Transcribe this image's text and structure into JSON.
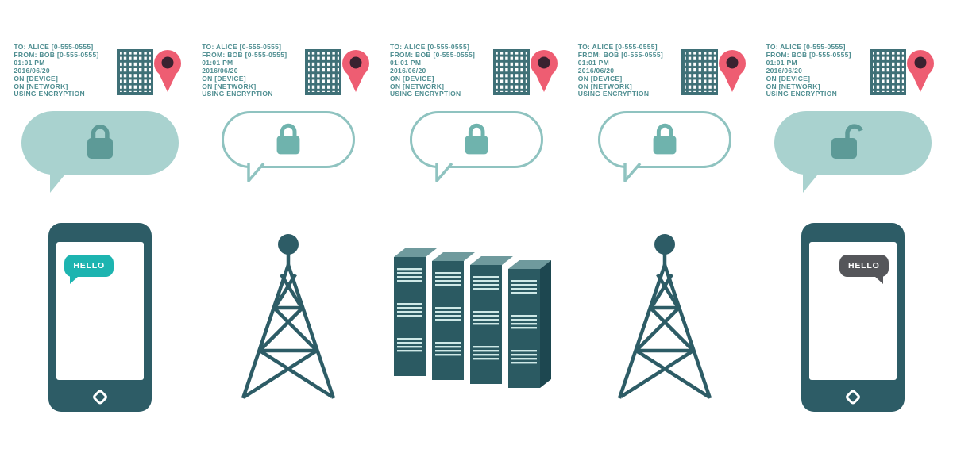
{
  "diagram": "end-to-end encrypted message path: sender phone → cell tower → servers → cell tower → receiver phone",
  "palette": {
    "teal_dark": "#2d5c66",
    "bubble_fill": "#a9d2cf",
    "bubble_outline": "#8fc3c0",
    "lock_on_filled": "#5d9a97",
    "lock_on_outlined": "#6fb3ad",
    "meta_text": "#4f8e91",
    "building": "#3f7077",
    "pin_pink": "#ee5d72",
    "pin_dot": "#3a2230",
    "hello_sender_bg": "#1db4b0",
    "hello_receiver_bg": "#55565a",
    "server_front": "#2b5a62",
    "server_top": "#6f9a9d",
    "server_side": "#1d4750",
    "server_stripe": "#cfe9e7"
  },
  "columns": [
    {
      "stage": "sender-phone",
      "meta": {
        "to": "TO: ALICE [0-555-0555]",
        "from": "FROM: BOB [0-555-0555]",
        "time": "01:01 PM",
        "date": "2016/06/20",
        "device": "ON [DEVICE]",
        "network": "ON [NETWORK]",
        "encryption": "USING ENCRYPTION"
      },
      "bubble": {
        "variant": "filled",
        "lock": "closed",
        "lock_icon": "closed-lock-icon"
      },
      "device": {
        "type": "phone",
        "message": "HELLO"
      }
    },
    {
      "stage": "cell-tower-1",
      "meta": {
        "to": "TO: ALICE [0-555-0555]",
        "from": "FROM: BOB [0-555-0555]",
        "time": "01:01 PM",
        "date": "2016/06/20",
        "device": "ON [DEVICE]",
        "network": "ON [NETWORK]",
        "encryption": "USING ENCRYPTION"
      },
      "bubble": {
        "variant": "outlined",
        "lock": "closed",
        "lock_icon": "closed-lock-icon"
      },
      "device": {
        "type": "cell-tower"
      }
    },
    {
      "stage": "server-rack",
      "meta": {
        "to": "TO: ALICE [0-555-0555]",
        "from": "FROM: BOB [0-555-0555]",
        "time": "01:01 PM",
        "date": "2016/06/20",
        "device": "ON [DEVICE]",
        "network": "ON [NETWORK]",
        "encryption": "USING ENCRYPTION"
      },
      "bubble": {
        "variant": "outlined",
        "lock": "closed",
        "lock_icon": "closed-lock-icon"
      },
      "device": {
        "type": "server-rack"
      }
    },
    {
      "stage": "cell-tower-2",
      "meta": {
        "to": "TO: ALICE [0-555-0555]",
        "from": "FROM: BOB [0-555-0555]",
        "time": "01:01 PM",
        "date": "2016/06/20",
        "device": "ON [DEVICE]",
        "network": "ON [NETWORK]",
        "encryption": "USING ENCRYPTION"
      },
      "bubble": {
        "variant": "outlined",
        "lock": "closed",
        "lock_icon": "closed-lock-icon"
      },
      "device": {
        "type": "cell-tower"
      }
    },
    {
      "stage": "receiver-phone",
      "meta": {
        "to": "TO: ALICE [0-555-0555]",
        "from": "FROM: BOB [0-555-0555]",
        "time": "01:01 PM",
        "date": "2016/06/20",
        "device": "ON [DEVICE]",
        "network": "ON [NETWORK]",
        "encryption": "USING ENCRYPTION"
      },
      "bubble": {
        "variant": "filled",
        "lock": "open",
        "lock_icon": "open-lock-icon"
      },
      "device": {
        "type": "phone",
        "message": "HELLO"
      }
    }
  ]
}
